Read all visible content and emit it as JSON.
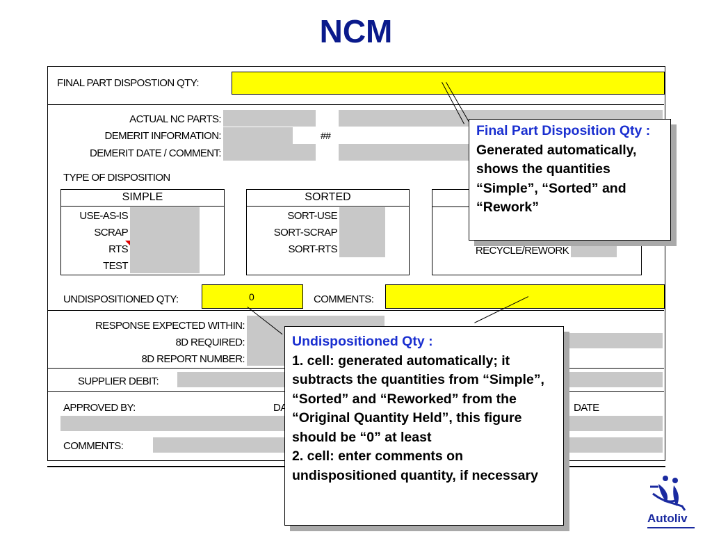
{
  "page": {
    "title": "NCM"
  },
  "form": {
    "final_part_disposition_label": "FINAL PART DISPOSTION QTY:",
    "actual_nc_parts_label": "ACTUAL NC PARTS:",
    "demerit_information_label": "DEMERIT INFORMATION:",
    "demerit_information_value": "##",
    "demerit_date_label": "DEMERIT DATE / COMMENT:",
    "type_of_disposition_label": "TYPE OF DISPOSITION",
    "simple": {
      "header": "SIMPLE",
      "items": [
        "USE-AS-IS",
        "SCRAP",
        "RTS",
        "TEST"
      ]
    },
    "sorted": {
      "header": "SORTED",
      "items": [
        "SORT-USE",
        "SORT-SCRAP",
        "SORT-RTS"
      ]
    },
    "rework": {
      "items": [
        "RECYCLE/REWORK"
      ]
    },
    "undispositioned_qty_label": "UNDISPOSITIONED QTY:",
    "undispositioned_qty_value": "0",
    "comments_label": "COMMENTS:",
    "response_expected_label": "RESPONSE EXPECTED WITHIN:",
    "report_8d_required_label": "8D REQUIRED:",
    "report_8d_number_label": "8D REPORT NUMBER:",
    "supplier_debit_label": "SUPPLIER DEBIT:",
    "approved_by_label": "APPROVED BY:",
    "date_label_partial": "DA",
    "date_label": "DATE",
    "bottom_comments_label": "COMMENTS:"
  },
  "callouts": {
    "final_part": {
      "title": "Final Part Disposition Qty :",
      "body": "Generated automatically, shows the quantities “Simple”, “Sorted” and “Rework”"
    },
    "undispositioned": {
      "title": "Undispositioned Qty :",
      "body1": "1. cell: generated automatically; it subtracts the quantities from “Simple”, “Sorted” and “Reworked” from the “Original Quantity Held”, this figure should be “0” at least",
      "body2": "2. cell: enter comments on undispositioned quantity, if necessary"
    }
  },
  "logo": {
    "text": "Autoliv"
  },
  "colors": {
    "title": "#0a1a8c",
    "callout_title": "#1a2fd0",
    "input_highlight": "#ffff00",
    "input_gray": "#c8c8c8",
    "logo": "#1a2aa0"
  }
}
